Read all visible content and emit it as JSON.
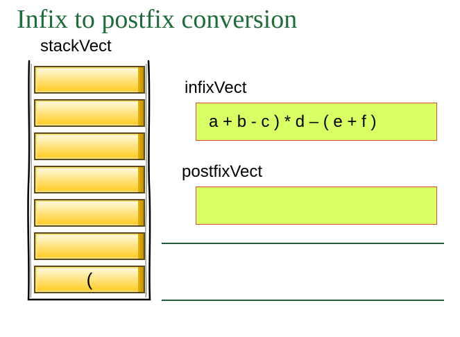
{
  "title": "Infix to postfix conversion",
  "stack": {
    "label": "stackVect",
    "slots": [
      "",
      "",
      "",
      "",
      "",
      "",
      "("
    ]
  },
  "infix": {
    "label": "infixVect",
    "value": "a + b - c ) * d – ( e + f )"
  },
  "postfix": {
    "label": "postfixVect",
    "value": ""
  },
  "colors": {
    "title": "#1f6b3a",
    "vect_fill": "#d8ff66",
    "vect_border": "#d9482b",
    "slot_fill": "#ffcc1f",
    "rule": "#1f5a3a"
  }
}
